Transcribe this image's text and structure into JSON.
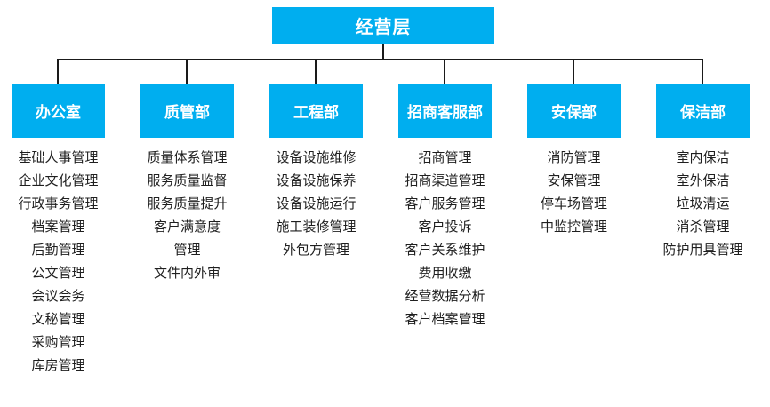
{
  "org_chart": {
    "root": {
      "label": "经营层"
    },
    "colors": {
      "accent": "#00AEEF",
      "line": "#1a1a1a",
      "item_text": "#1f1f1f",
      "node_text": "#ffffff"
    },
    "departments": [
      {
        "name": "办公室",
        "items": [
          "基础人事管理",
          "企业文化管理",
          "行政事务管理",
          "档案管理",
          "后勤管理",
          "公文管理",
          "会议会务",
          "文秘管理",
          "采购管理",
          "库房管理"
        ]
      },
      {
        "name": "质管部",
        "items": [
          "质量体系管理",
          "服务质量监督",
          "服务质量提升",
          "客户满意度",
          "管理",
          "文件内外审"
        ]
      },
      {
        "name": "工程部",
        "items": [
          "设备设施维修",
          "设备设施保养",
          "设备设施运行",
          "施工装修管理",
          "外包方管理"
        ]
      },
      {
        "name": "招商客服部",
        "items": [
          "招商管理",
          "招商渠道管理",
          "客户服务管理",
          "客户投诉",
          "客户关系维护",
          "费用收缴",
          "经营数据分析",
          "客户档案管理"
        ]
      },
      {
        "name": "安保部",
        "items": [
          "消防管理",
          "安保管理",
          "停车场管理",
          "中监控管理"
        ]
      },
      {
        "name": "保洁部",
        "items": [
          "室内保洁",
          "室外保洁",
          "垃圾清运",
          "消杀管理",
          "防护用具管理"
        ]
      }
    ]
  }
}
